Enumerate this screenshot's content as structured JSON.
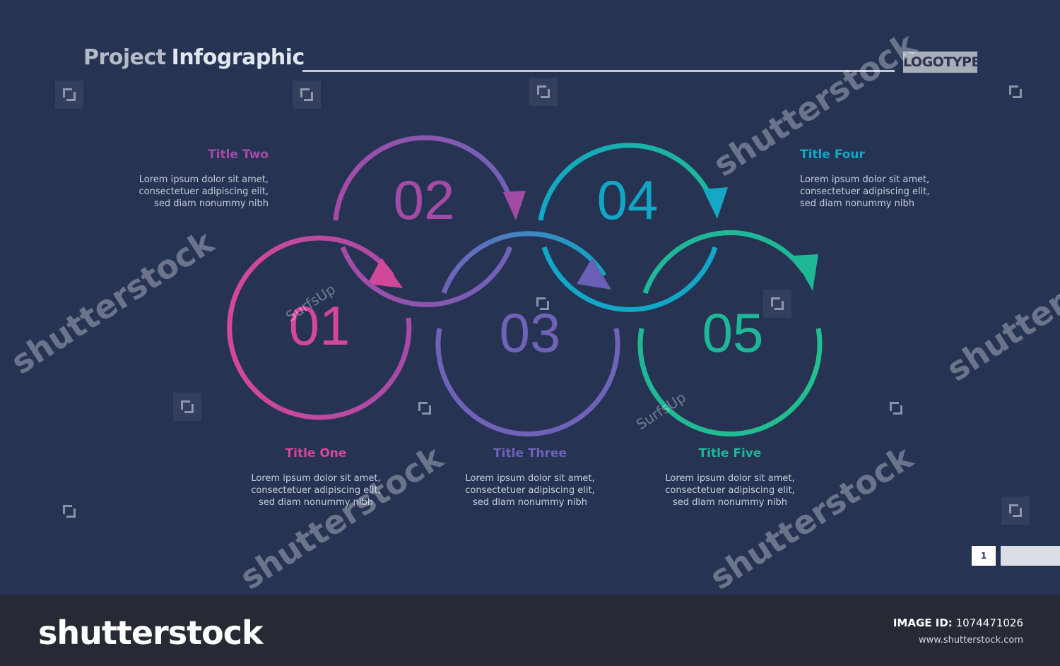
{
  "header": {
    "title_word1": "Project",
    "title_word2": "Infographic",
    "logotype": "LOGOTYPE"
  },
  "steps": [
    {
      "number": "01",
      "title": "Title One",
      "color": "#d6479a",
      "body": [
        "Lorem ipsum dolor sit amet,",
        "consectetuer adipiscing elit,",
        "sed diam nonummy nibh"
      ]
    },
    {
      "number": "02",
      "title": "Title Two",
      "color": "#a54ba7",
      "body": [
        "Lorem ipsum dolor sit amet,",
        "consectetuer adipiscing elit,",
        "sed diam nonummy nibh"
      ]
    },
    {
      "number": "03",
      "title": "Title Three",
      "color": "#6f62b8",
      "body": [
        "Lorem ipsum dolor sit amet,",
        "consectetuer adipiscing elit,",
        "sed diam nonummy nibh"
      ]
    },
    {
      "number": "04",
      "title": "Title Four",
      "color": "#12a7c6",
      "body": [
        "Lorem ipsum dolor sit amet,",
        "consectetuer adipiscing elit,",
        "sed diam nonummy nibh"
      ]
    },
    {
      "number": "05",
      "title": "Title Five",
      "color": "#1fb897",
      "body": [
        "Lorem ipsum dolor sit amet,",
        "consectetuer adipiscing elit,",
        "sed diam nonummy nibh"
      ]
    }
  ],
  "pagination": {
    "current_page": "1"
  },
  "watermark": {
    "brand": "shutterstock",
    "contributor": "SurfsUp"
  },
  "footer": {
    "logo": "shutterstock",
    "image_id_label": "IMAGE ID:",
    "image_id": "1074471026",
    "url": "www.shutterstock.com"
  },
  "colors": {
    "background": "#263353",
    "footer_bg": "#262a35"
  }
}
